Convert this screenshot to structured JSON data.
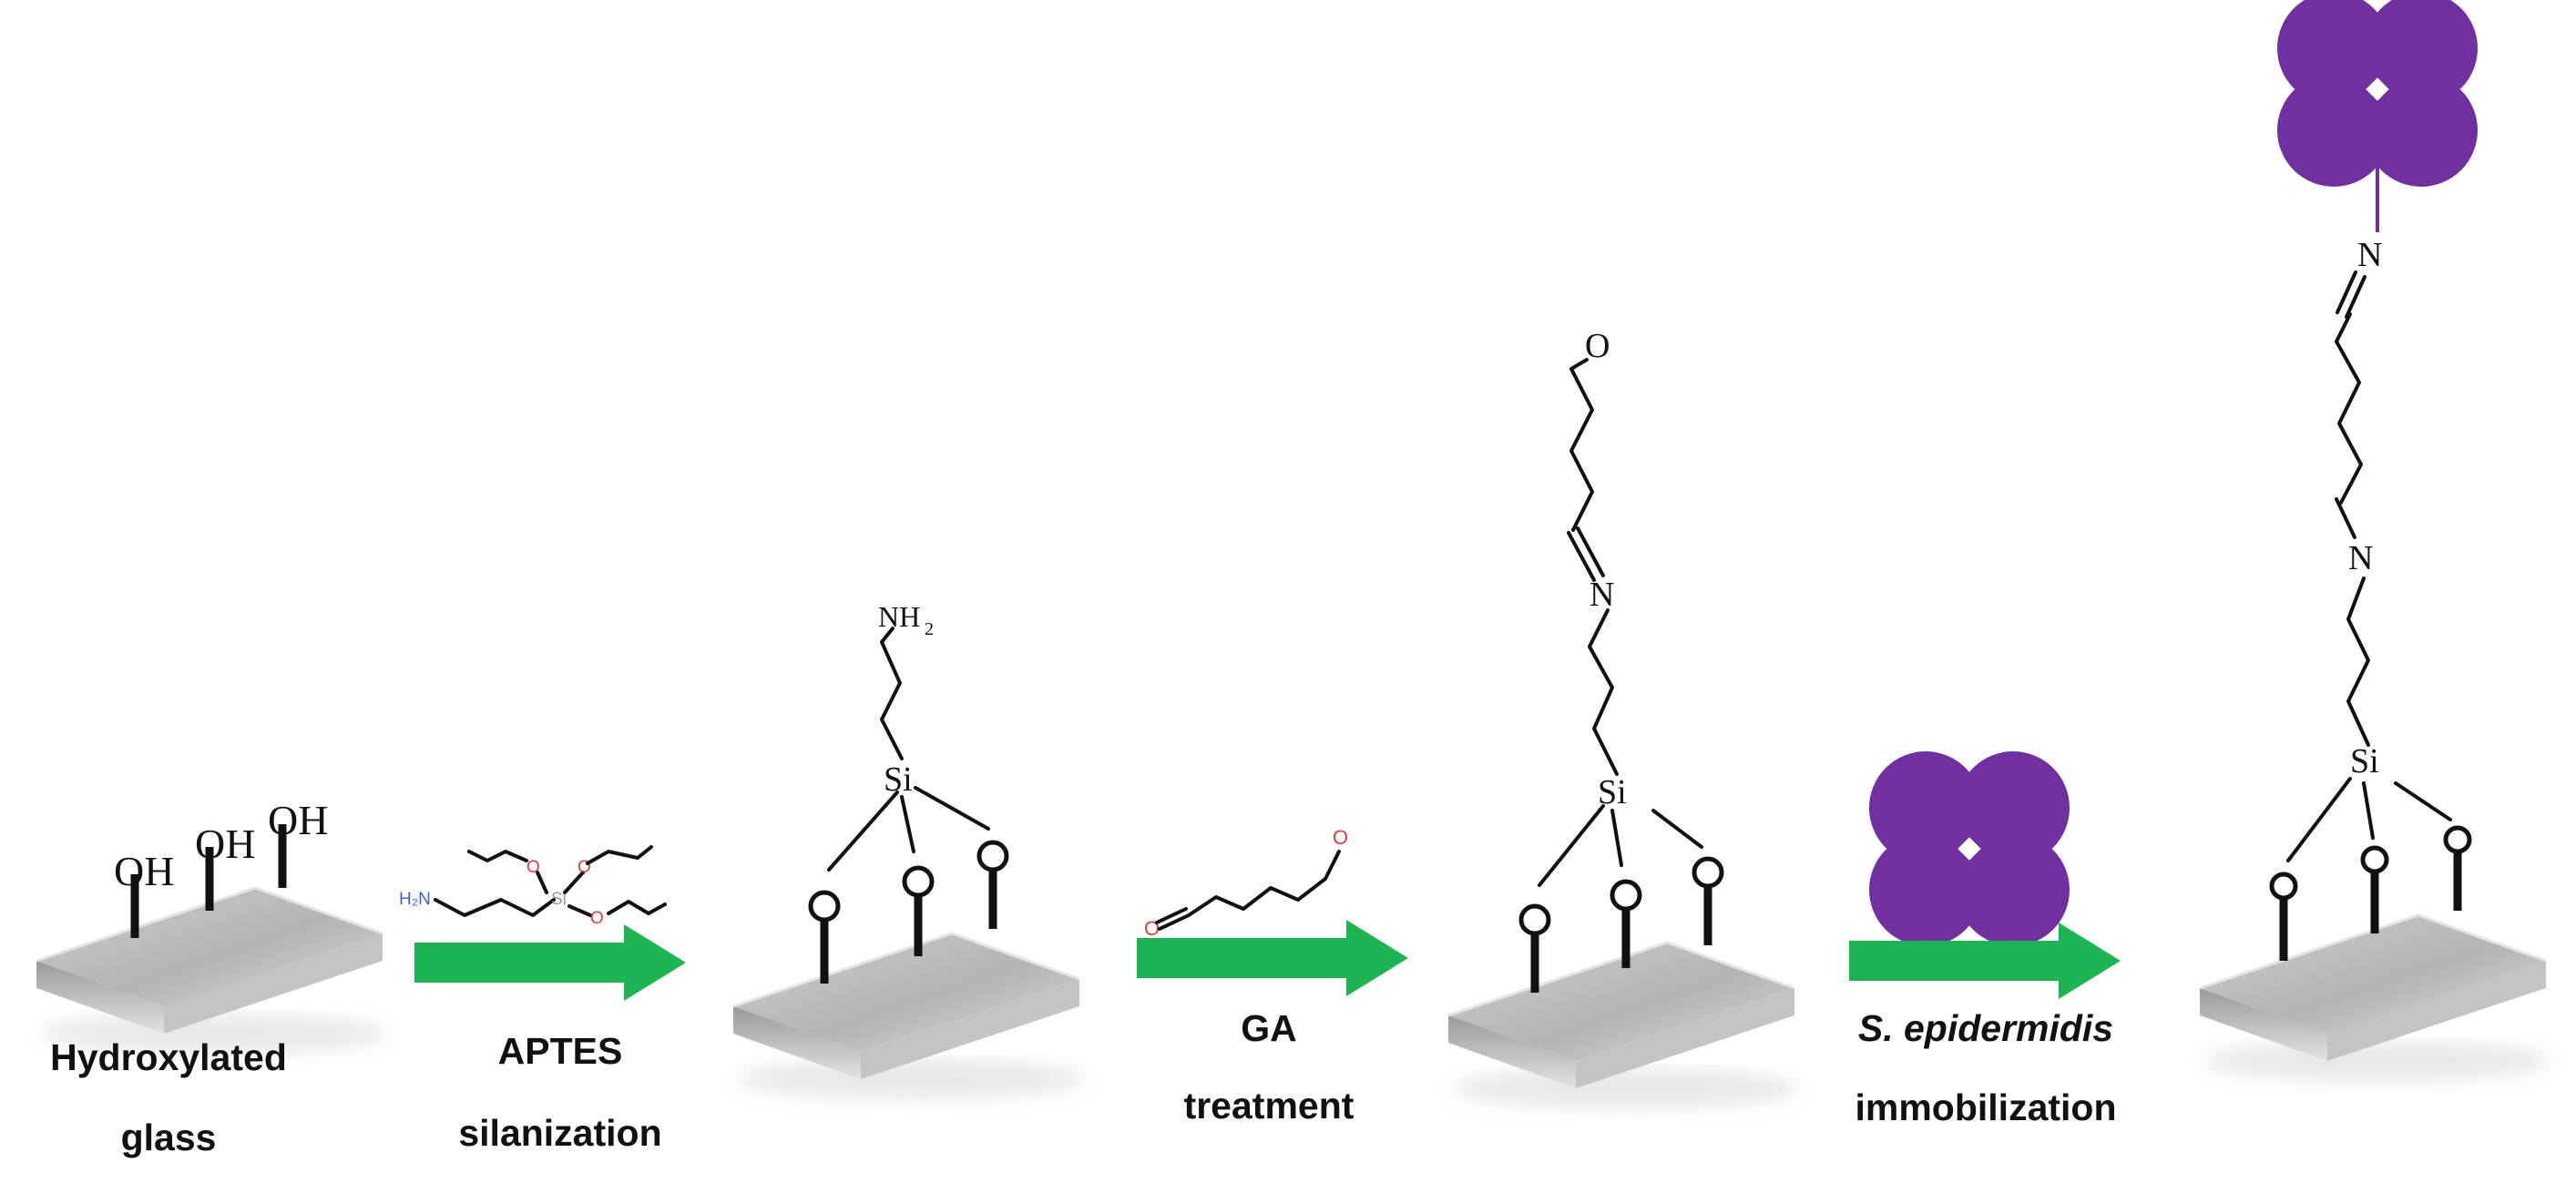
{
  "labels": {
    "step1_line1": "Hydroxylated",
    "step1_line2": "glass",
    "step2_line1": "APTES",
    "step2_line2": "silanization",
    "step3_line1": "GA",
    "step3_line2": "treatment",
    "step4_line1": "S. epidermidis",
    "step4_line2": "immobilization"
  },
  "atoms": {
    "oh": "OH",
    "si": "Si",
    "n": "N",
    "o": "O",
    "nh2_base": "NH",
    "nh2_sub": "2",
    "h2n": "H₂N"
  },
  "colors": {
    "arrow": "#1db553",
    "bacteria": "#7030a0",
    "glass": "#b9b9b9",
    "nitrogen": "#3a62d8",
    "oxygen": "#e43c3c"
  },
  "icons": [
    "glass-slide-icon",
    "reaction-arrow-icon",
    "bacterium-icon"
  ]
}
